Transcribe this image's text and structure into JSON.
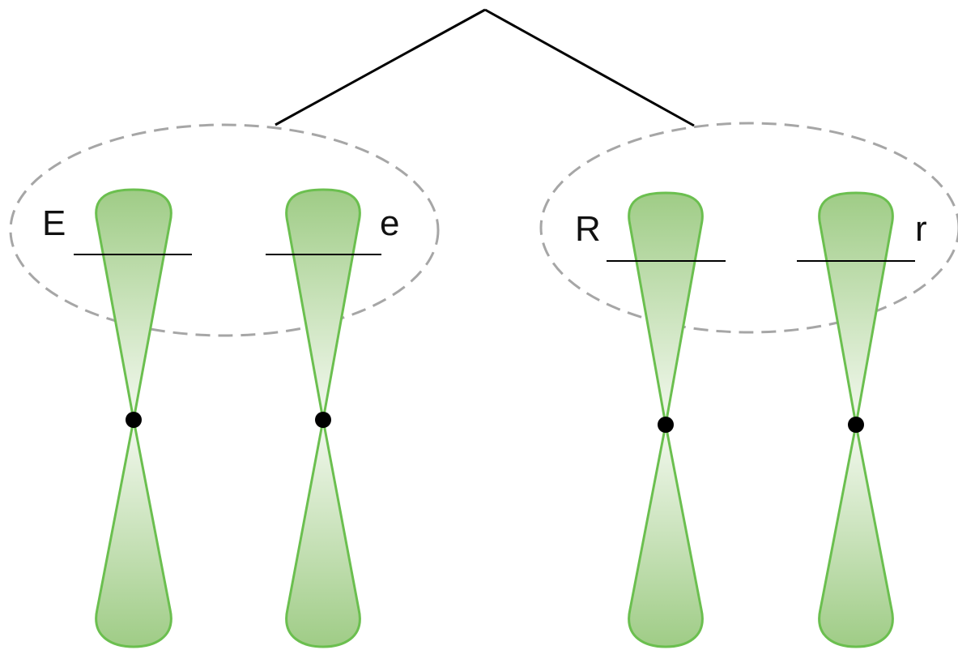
{
  "labels": {
    "left_group": {
      "allele_1": "E",
      "allele_2": "e"
    },
    "right_group": {
      "allele_1": "R",
      "allele_2": "r"
    }
  },
  "colors": {
    "chromosome_fill_dark": "#9fcc86",
    "chromosome_fill_light": "#f4f9f0",
    "chromosome_outline": "#6bbf4f",
    "centromere": "#000000",
    "branch_line": "#000000",
    "pair_outline_dashed": "#a6a6a6",
    "gene_marker_line": "#000000",
    "label_text": "#111111"
  }
}
